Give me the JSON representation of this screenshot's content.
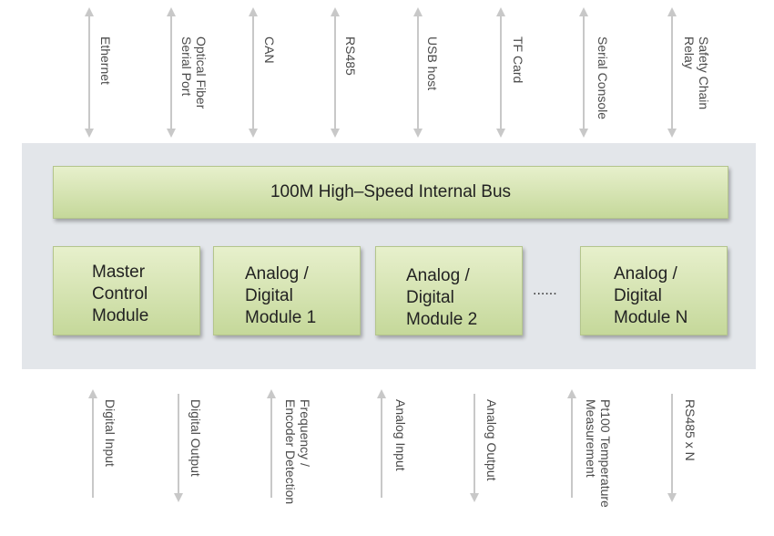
{
  "top_interfaces": [
    "Ethernet",
    "Optical Fiber Serial Port",
    "CAN",
    "RS485",
    "USB host",
    "TF Card",
    "Serial Console",
    "Safety Chain Relay"
  ],
  "top_label_lines": [
    [
      "Ethernet"
    ],
    [
      "Optical Fiber",
      "Serial Port"
    ],
    [
      "CAN"
    ],
    [
      "RS485"
    ],
    [
      "USB host"
    ],
    [
      "TF Card"
    ],
    [
      "Serial Console"
    ],
    [
      "Safety Chain",
      "Relay"
    ]
  ],
  "bus_label": "100M High–Speed Internal Bus",
  "modules": [
    {
      "lines": [
        "Master",
        "Control",
        "Module"
      ]
    },
    {
      "lines": [
        "Analog /",
        "Digital",
        "Module 1"
      ]
    },
    {
      "lines": [
        "Analog /",
        "Digital",
        "Module 2"
      ]
    },
    {
      "lines": [
        "Analog /",
        "Digital",
        "Module N"
      ]
    }
  ],
  "ellipsis": "......",
  "bottom_label_lines": [
    [
      "Digital Input"
    ],
    [
      "Digital Output"
    ],
    [
      "Frequency /",
      "Encoder Detection"
    ],
    [
      "Analog Input"
    ],
    [
      "Analog Output"
    ],
    [
      "Pt100 Temperature",
      "Measurement"
    ],
    [
      "RS485 x N"
    ]
  ],
  "bottom_arrow_directions": [
    "up",
    "down",
    "up",
    "up",
    "down",
    "up",
    "down"
  ],
  "colors": {
    "panel": "#e3e6ea",
    "box_fill": "#d6e4b0",
    "box_border": "#b4c58c",
    "arrow": "#c8c8c8"
  }
}
